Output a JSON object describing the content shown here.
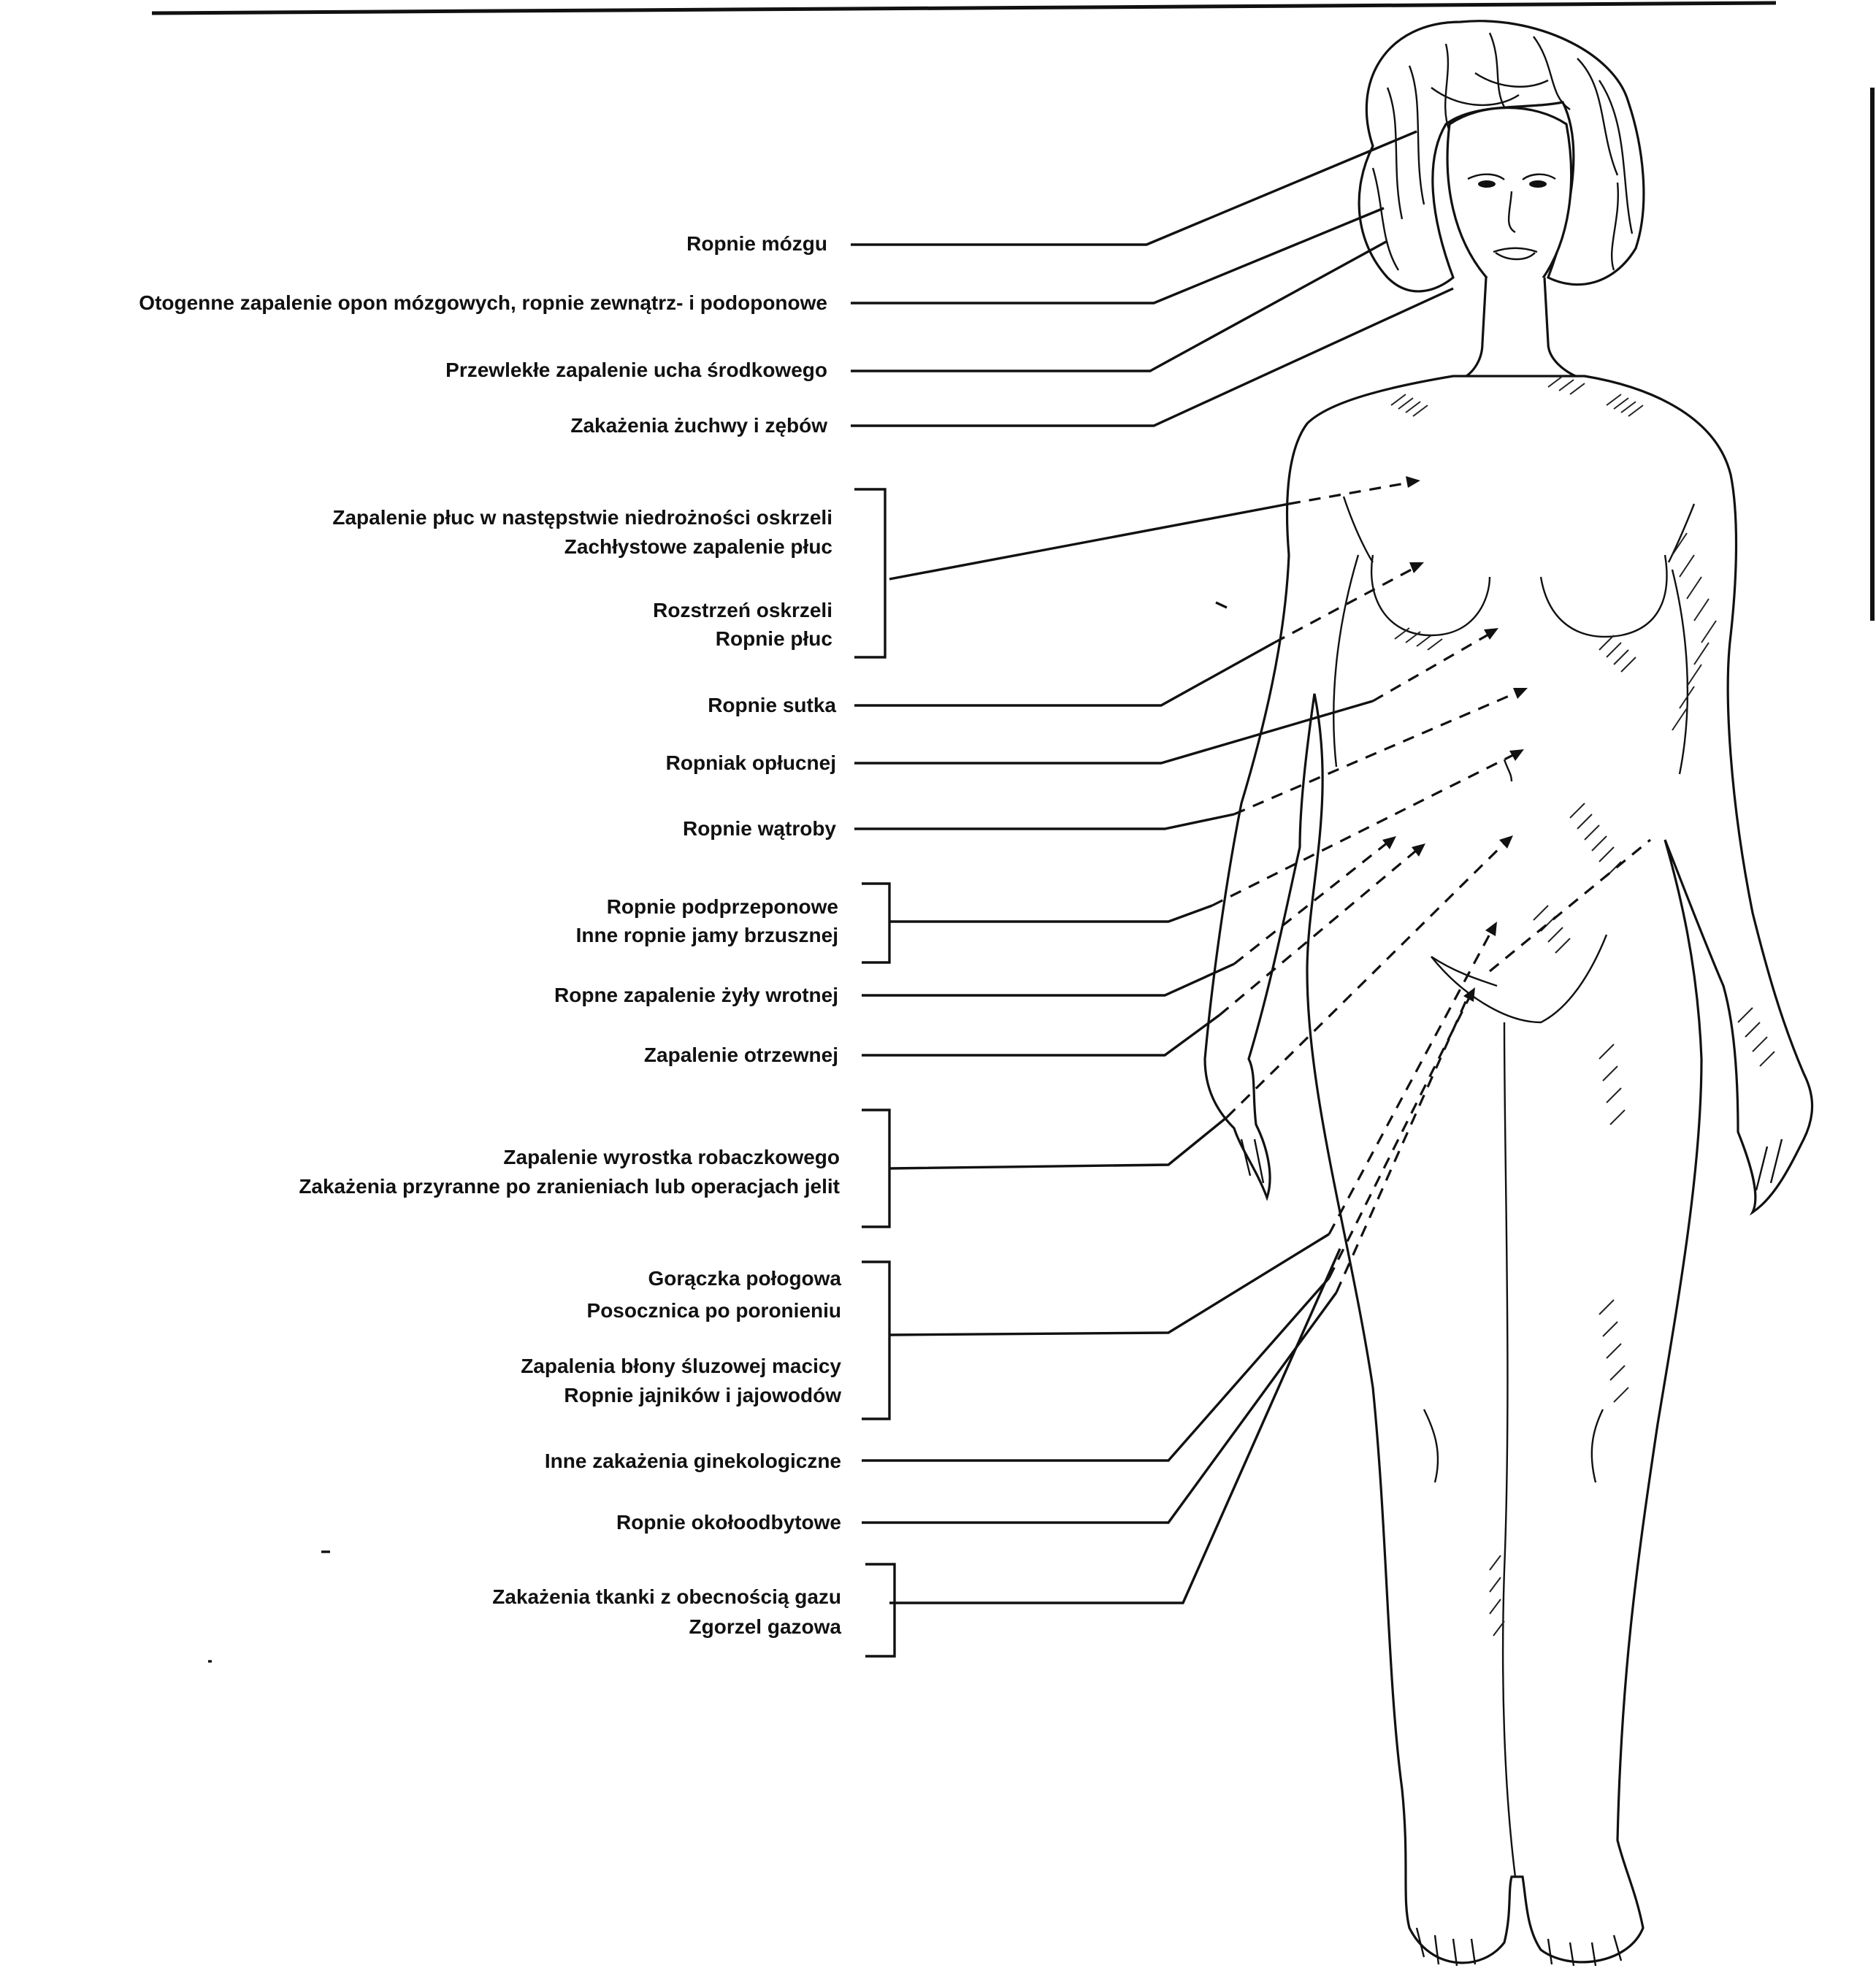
{
  "labels": {
    "brain_abscess": "Ropnie mózgu",
    "otogenic_meningitis": "Otogenne zapalenie opon mózgowych, ropnie zewnątrz- i podoponowe",
    "chronic_otitis": "Przewlekłe zapalenie ucha środkowego",
    "jaw_teeth": "Zakażenia żuchwy i zębów",
    "pneumonia_obstruction": "Zapalenie płuc w następstwie niedrożności oskrzeli",
    "aspiration_pneumonia": "Zachłystowe zapalenie płuc",
    "bronchiectasis": "Rozstrzeń oskrzeli",
    "lung_abscess": "Ropnie płuc",
    "breast_abscess": "Ropnie sutka",
    "empyema": "Ropniak opłucnej",
    "liver_abscess": "Ropnie wątroby",
    "subphrenic_abscess": "Ropnie podprzeponowe",
    "other_abdominal": "Inne ropnie jamy brzusznej",
    "pylephlebitis": "Ropne zapalenie żyły wrotnej",
    "peritonitis": "Zapalenie otrzewnej",
    "appendicitis": "Zapalenie wyrostka robaczkowego",
    "post_intestinal": "Zakażenia przyranne po zranieniach lub operacjach jelit",
    "puerperal_fever": "Gorączka połogowa",
    "post_abortion_sepsis": "Posocznica po poronieniu",
    "endometritis": "Zapalenia błony śluzowej macicy",
    "tubo_ovarian": "Ropnie jajników i jajowodów",
    "other_gyn": "Inne zakażenia ginekologiczne",
    "perirectal": "Ropnie okołoodbytowe",
    "gas_tissue": "Zakażenia tkanki z obecnością gazu",
    "gas_gangrene": "Zgorzel gazowa"
  }
}
